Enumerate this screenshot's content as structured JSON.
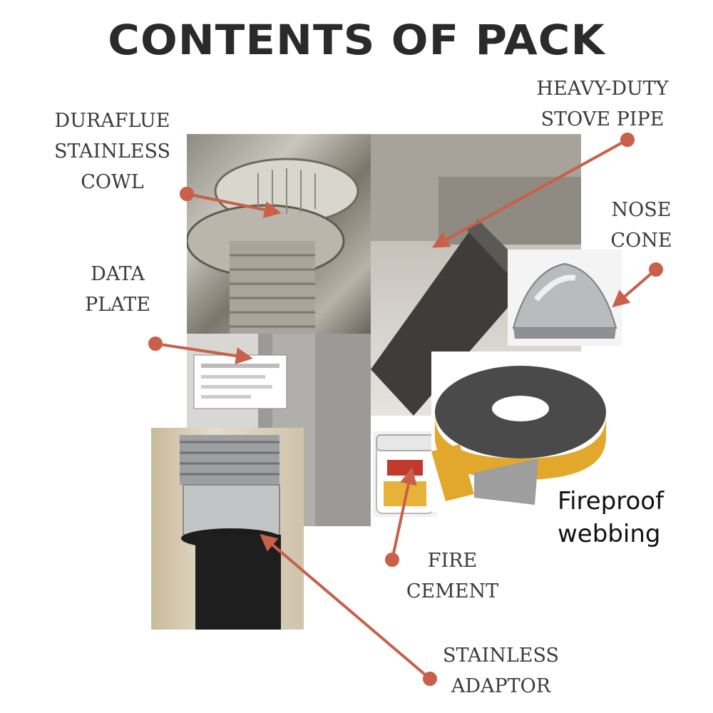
{
  "title": "CONTENTS OF PACK",
  "labels": {
    "cowl": [
      "DURAFLUE",
      "STAINLESS",
      "COWL"
    ],
    "stove_pipe": [
      "HEAVY-DUTY",
      "STOVE PIPE"
    ],
    "nose_cone": [
      "NOSE",
      "CONE"
    ],
    "data_plate": [
      "DATA",
      "PLATE"
    ],
    "fire_cement": [
      "FIRE",
      "CEMENT"
    ],
    "adaptor": [
      "STAINLESS",
      "ADAPTOR"
    ],
    "webbing": [
      "Fireproof",
      "webbing"
    ]
  },
  "colors": {
    "arrow": "#c8604a",
    "text": "#3b3b3b",
    "title": "#2a2a2a"
  }
}
